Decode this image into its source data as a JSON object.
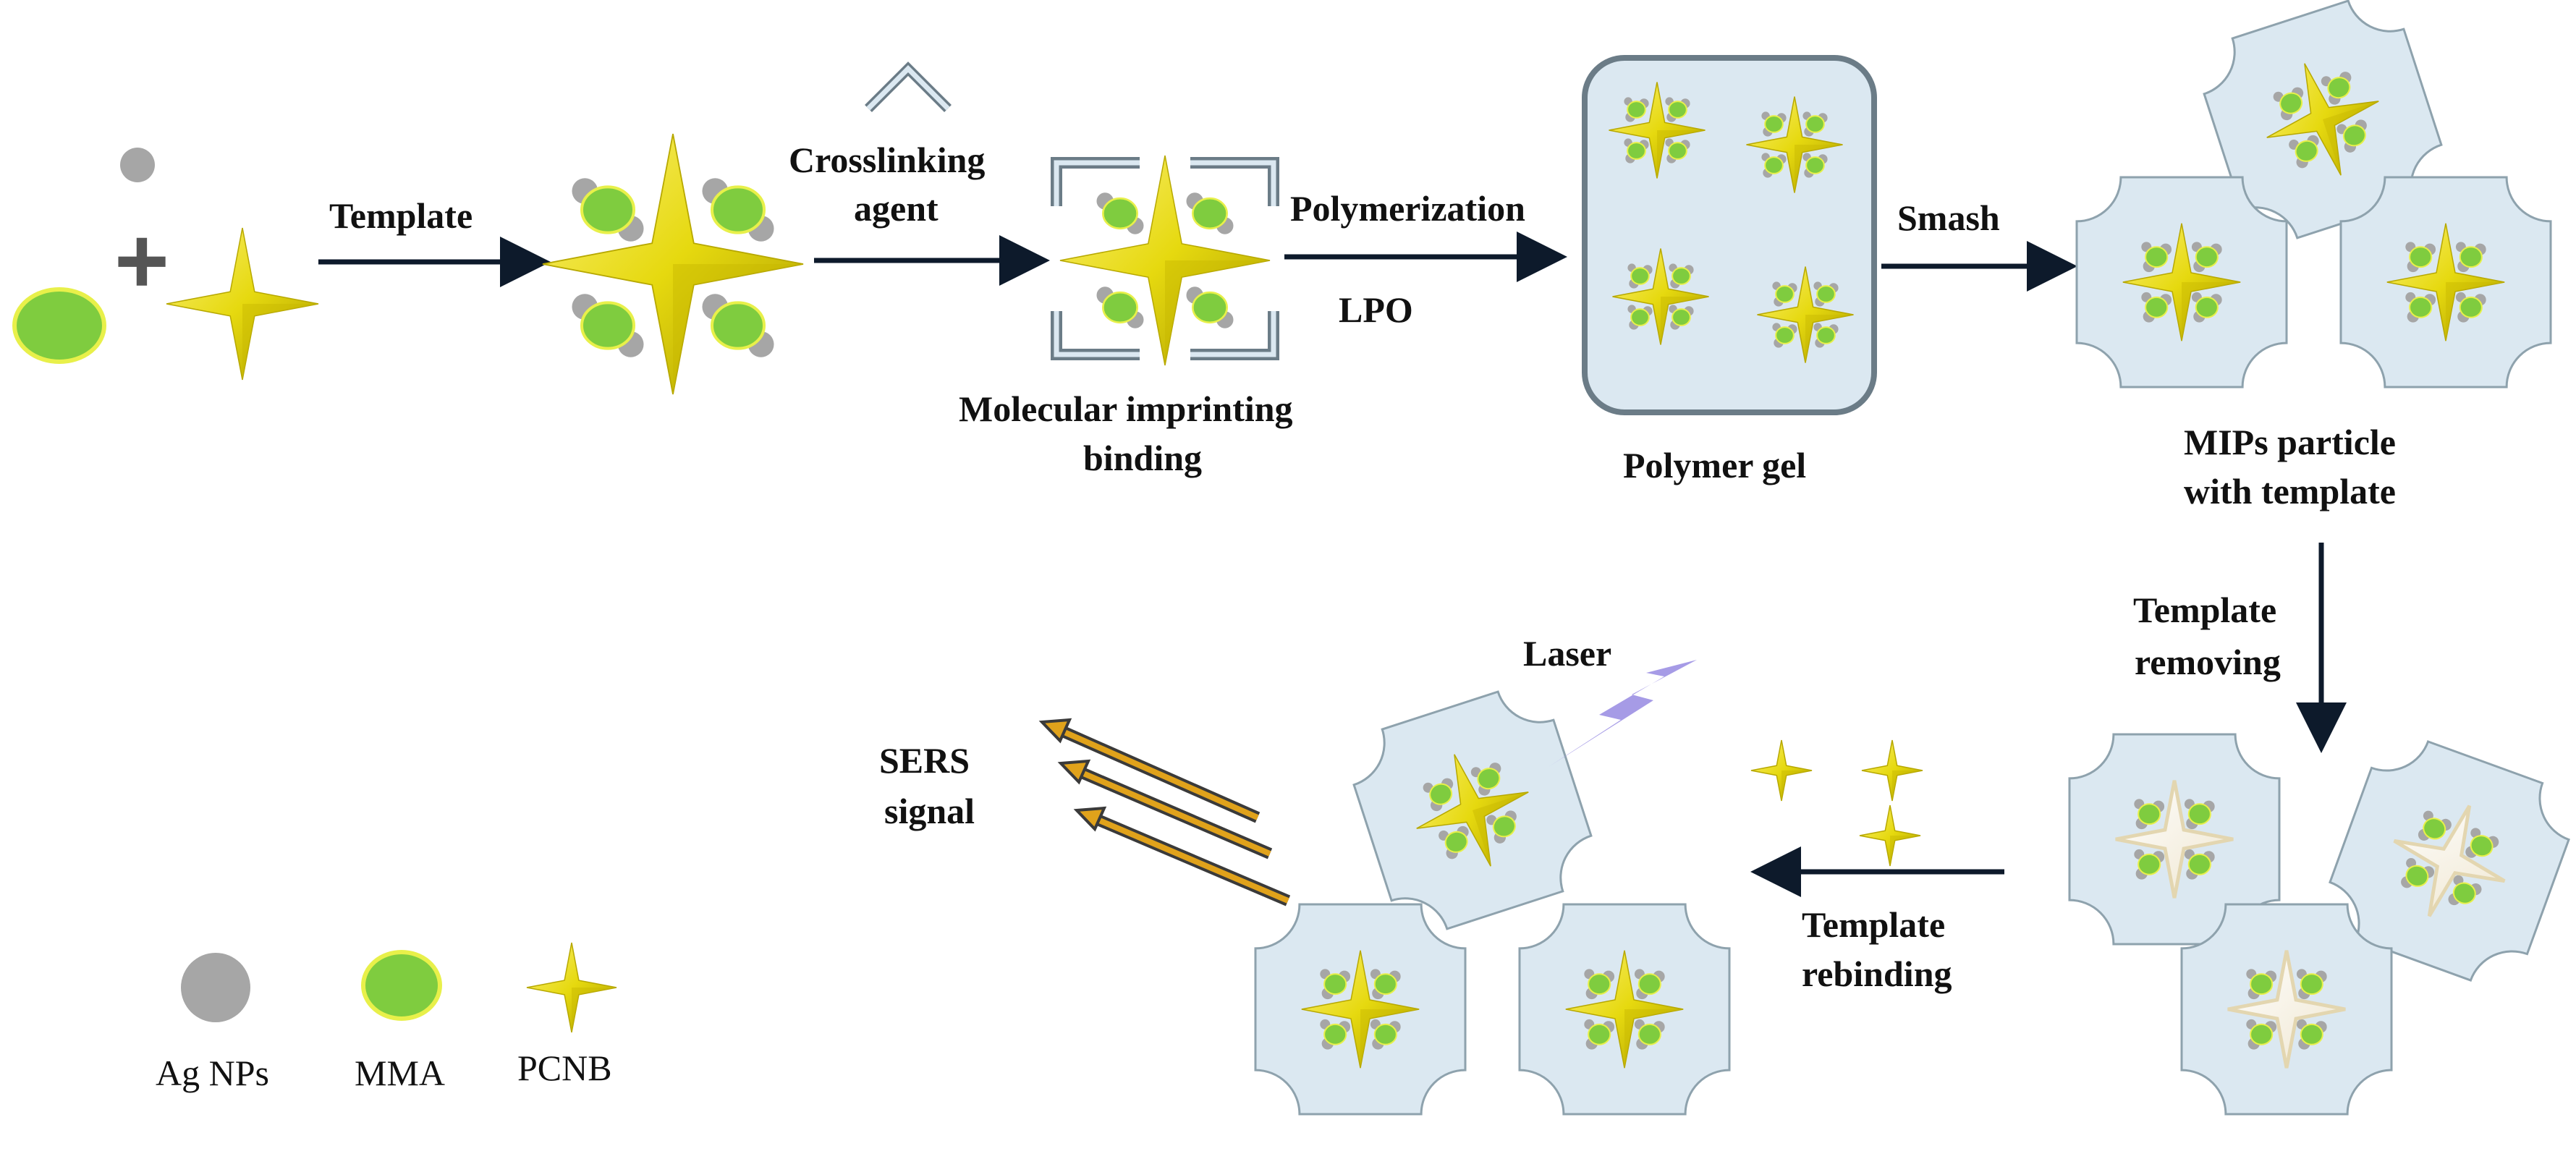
{
  "labels": {
    "template": "Template",
    "crosslinking_1": "Crosslinking",
    "crosslinking_2": "agent",
    "polymerization": "Polymerization",
    "lpo": "LPO",
    "smash": "Smash",
    "mol_imprint_1": "Molecular imprinting",
    "mol_imprint_2": "binding",
    "polymer_gel": "Polymer gel",
    "mips_1": "MIPs particle",
    "mips_2": "with template",
    "template_removing_1": "Template",
    "template_removing_2": "removing",
    "template_rebinding_1": "Template",
    "template_rebinding_2": "rebinding",
    "laser": "Laser",
    "sers_1": "SERS",
    "sers_2": "signal",
    "plus": "+"
  },
  "legend": {
    "ag_nps": "Ag NPs",
    "mma": "MMA",
    "pcnb": "PCNB"
  },
  "colors": {
    "star_yellow": "#e6d90f",
    "star_dark": "#b7a800",
    "mma_green": "#7fcc3f",
    "mma_outline": "#e8f04a",
    "ag_gray": "#a6a6a6",
    "gel_fill": "#dbe8f1",
    "gel_stroke": "#6b7c87",
    "arrow": "#0d1a2b",
    "laser": "#a69be6",
    "signal_arrow": "#e0a21b",
    "hollow_star": "#f4efe2"
  }
}
